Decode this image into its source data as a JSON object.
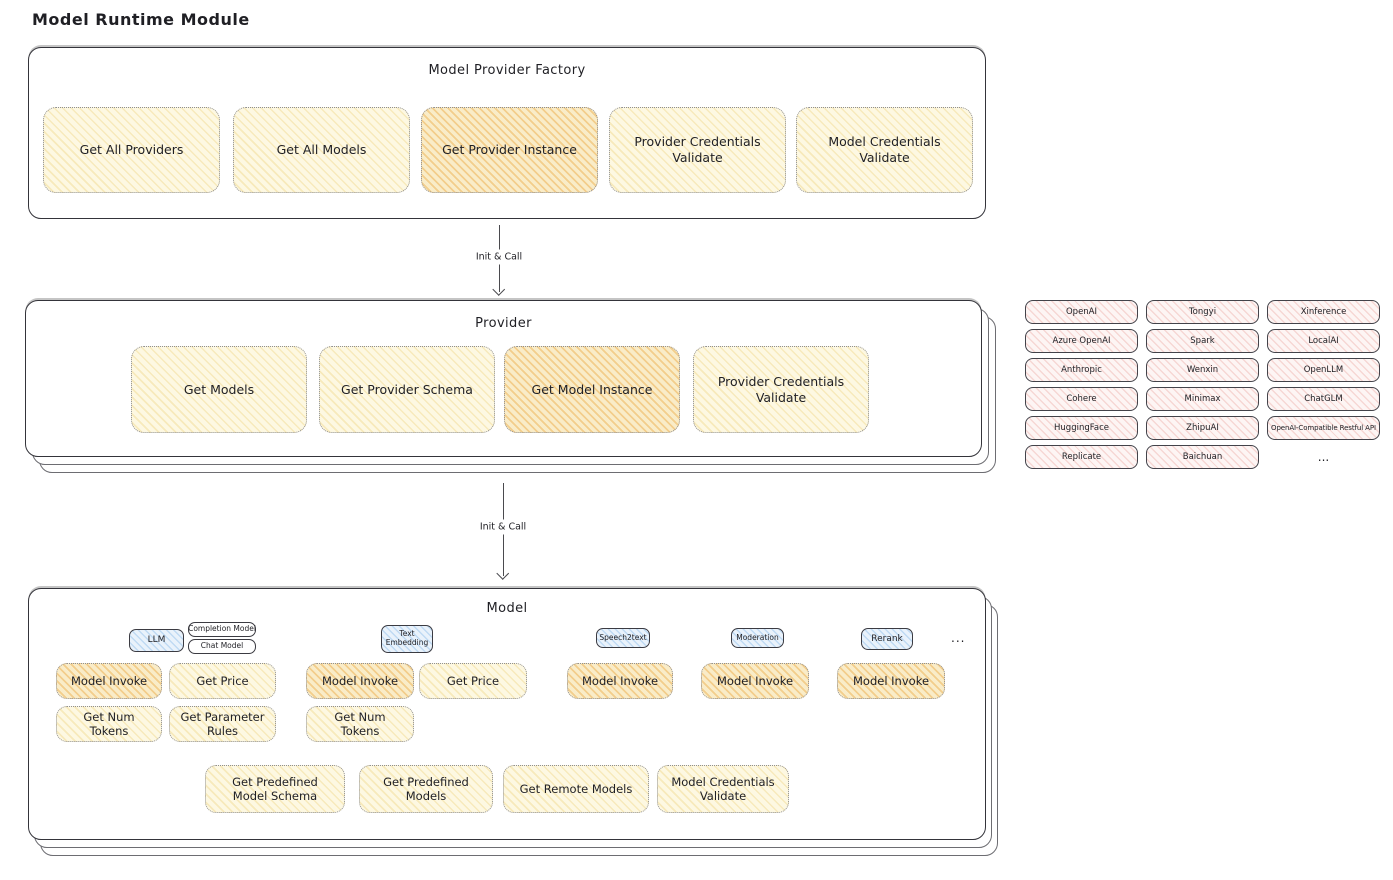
{
  "title": "Model Runtime Module",
  "colors": {
    "stroke": "#34343a",
    "button_fill": "#fdf8e2",
    "button_hatch": "#f0d88c",
    "highlight_fill": "#f9ecc8",
    "highlight_hatch": "#eeb55a",
    "provider_pill_fill": "#fdf5f4",
    "provider_pill_hatch": "#eeb2ac",
    "tab_fill": "#e9f2fb",
    "tab_hatch": "#96c3eb"
  },
  "arrows": {
    "init_call_1": "Init & Call",
    "init_call_2": "Init & Call"
  },
  "factory": {
    "title": "Model Provider Factory",
    "buttons": [
      {
        "label": "Get All Providers",
        "highlighted": false
      },
      {
        "label": "Get All Models",
        "highlighted": false
      },
      {
        "label": "Get Provider Instance",
        "highlighted": true
      },
      {
        "label": "Provider Credentials Validate",
        "highlighted": false
      },
      {
        "label": "Model Credentials Validate",
        "highlighted": false
      }
    ]
  },
  "provider": {
    "title": "Provider",
    "buttons": [
      {
        "label": "Get Models",
        "highlighted": false
      },
      {
        "label": "Get Provider Schema",
        "highlighted": false
      },
      {
        "label": "Get Model Instance",
        "highlighted": true
      },
      {
        "label": "Provider Credentials Validate",
        "highlighted": false
      }
    ]
  },
  "providers_panel": {
    "columns": [
      [
        "OpenAI",
        "Azure OpenAI",
        "Anthropic",
        "Cohere",
        "HuggingFace",
        "Replicate"
      ],
      [
        "Tongyi",
        "Spark",
        "Wenxin",
        "Minimax",
        "ZhipuAI",
        "Baichuan"
      ],
      [
        "Xinference",
        "LocalAI",
        "OpenLLM",
        "ChatGLM",
        "OpenAI-Compatible Restful API"
      ]
    ],
    "more": "..."
  },
  "model": {
    "title": "Model",
    "tabs": {
      "llm": "LLM",
      "completion_model": "Completion Model",
      "chat_model": "Chat Model",
      "text_embedding": "Text Embedding",
      "speech2text": "Speech2text",
      "moderation": "Moderation",
      "rerank": "Rerank",
      "more": "..."
    },
    "buttons": {
      "llm_model_invoke": "Model Invoke",
      "llm_get_price": "Get Price",
      "llm_get_num_tokens": "Get Num Tokens",
      "llm_get_parameter_rules": "Get Parameter Rules",
      "te_model_invoke": "Model Invoke",
      "te_get_price": "Get Price",
      "te_get_num_tokens": "Get Num Tokens",
      "s2t_model_invoke": "Model Invoke",
      "moderation_model_invoke": "Model Invoke",
      "rerank_model_invoke": "Model Invoke",
      "get_predefined_model_schema": "Get Predefined Model Schema",
      "get_predefined_models": "Get Predefined Models",
      "get_remote_models": "Get Remote Models",
      "model_credentials_validate": "Model Credentials Validate"
    }
  }
}
